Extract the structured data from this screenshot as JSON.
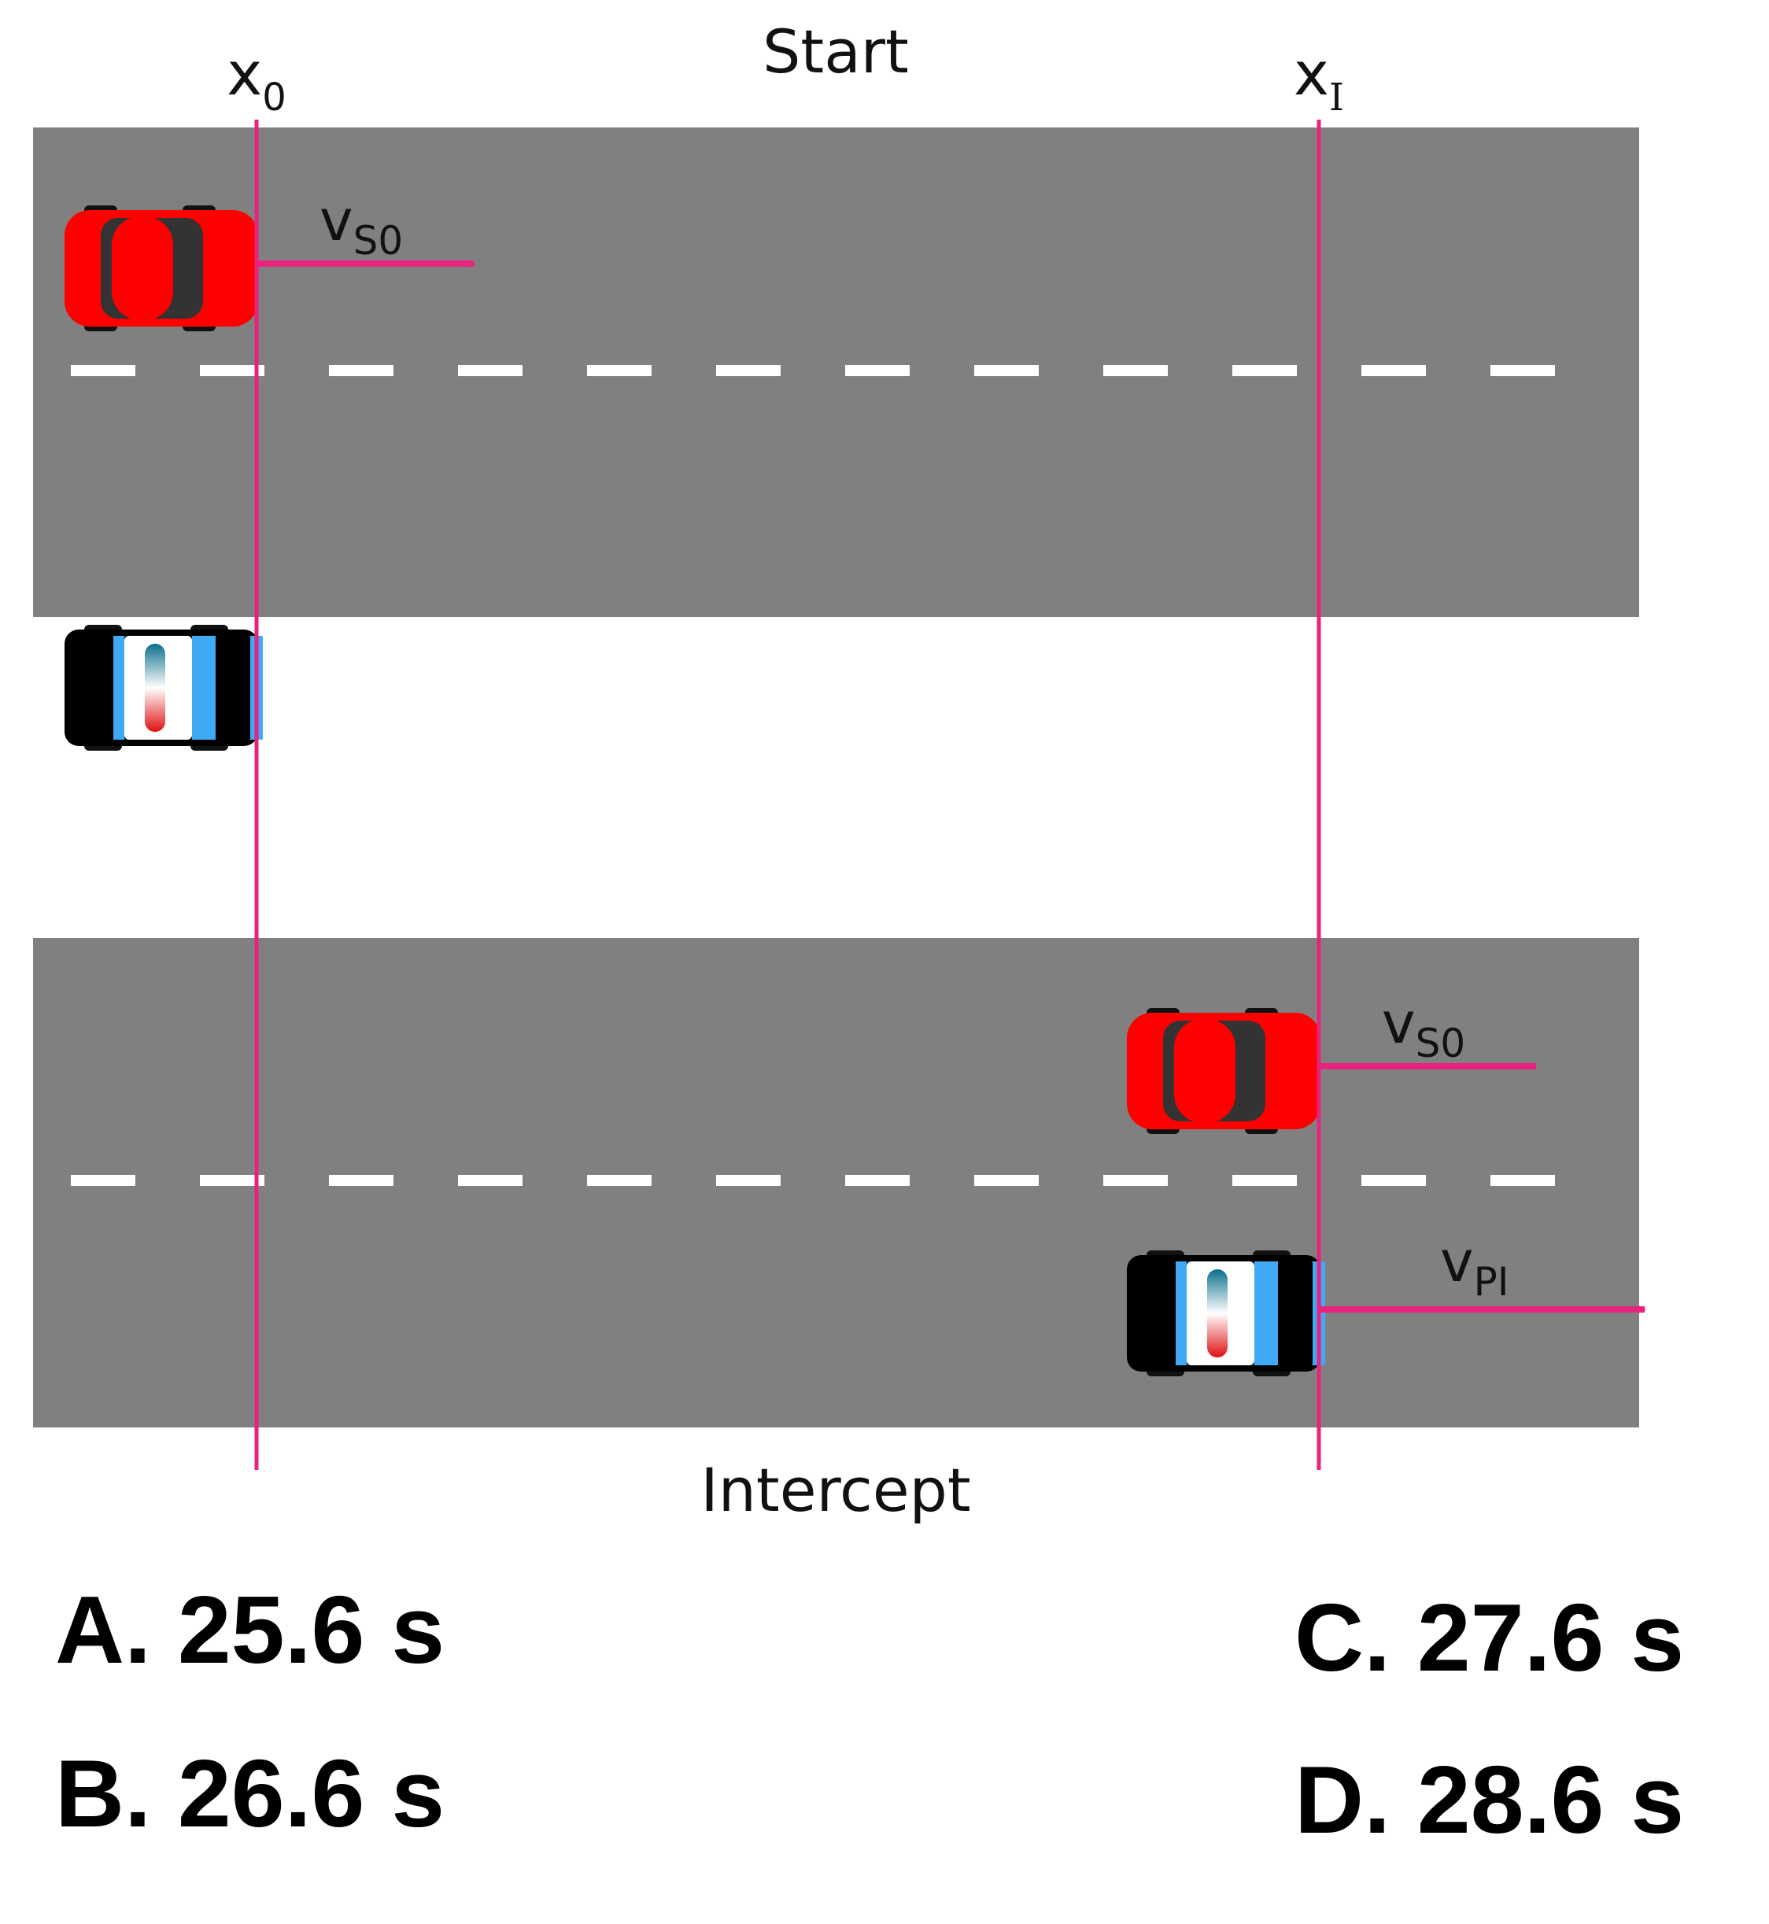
{
  "diagram": {
    "top_label": "Start",
    "bottom_label": "Intercept",
    "marker_left": {
      "base": "x",
      "sub": "0"
    },
    "marker_right": {
      "base": "x",
      "sub": "I"
    },
    "velocity_start_suspect": {
      "base": "v",
      "sub": "S0"
    },
    "velocity_intercept_suspect": {
      "base": "v",
      "sub": "S0"
    },
    "velocity_intercept_police": {
      "base": "v",
      "sub": "PI"
    },
    "colors": {
      "road": "#808080",
      "lane_marking": "#ffffff",
      "marker_line": "#e8237e",
      "suspect_car": "#ff0000",
      "police_car": "#000000",
      "police_stripe": "#40a9f5"
    },
    "icons": [
      "red-car-icon",
      "police-car-icon"
    ]
  },
  "options": [
    {
      "label": "A. 25.6 s"
    },
    {
      "label": "B. 26.6 s"
    },
    {
      "label": "C. 27.6 s"
    },
    {
      "label": "D. 28.6 s"
    }
  ]
}
